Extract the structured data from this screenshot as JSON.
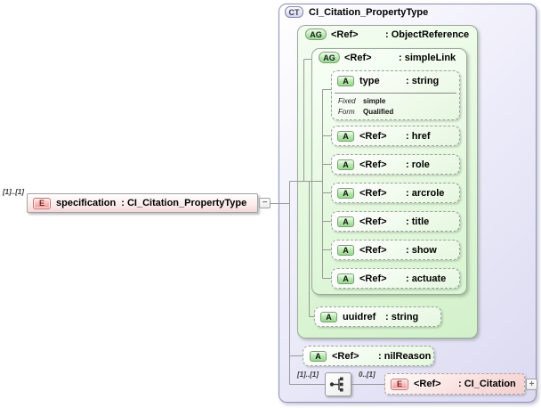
{
  "source_element": {
    "cardinality": "[1]..[1]",
    "badge": "E",
    "name": "specification",
    "type": ": CI_Citation_PropertyType",
    "collapse_glyph": "−"
  },
  "complex_type": {
    "badge": "CT",
    "title": "CI_Citation_PropertyType",
    "object_reference": {
      "badge": "AG",
      "name": "<Ref>",
      "type": ": ObjectReference",
      "simple_link": {
        "badge": "AG",
        "name": "<Ref>",
        "type": ": simpleLink",
        "attributes": [
          {
            "badge": "A",
            "name": "type",
            "type": ": string",
            "facets": [
              {
                "label": "Fixed",
                "value": "simple"
              },
              {
                "label": "Form",
                "value": "Qualified"
              }
            ]
          },
          {
            "badge": "A",
            "name": "<Ref>",
            "type": ": href"
          },
          {
            "badge": "A",
            "name": "<Ref>",
            "type": ": role"
          },
          {
            "badge": "A",
            "name": "<Ref>",
            "type": ": arcrole"
          },
          {
            "badge": "A",
            "name": "<Ref>",
            "type": ": title"
          },
          {
            "badge": "A",
            "name": "<Ref>",
            "type": ": show"
          },
          {
            "badge": "A",
            "name": "<Ref>",
            "type": ": actuate"
          }
        ]
      },
      "uuidref": {
        "badge": "A",
        "name": "uuidref",
        "type": ": string"
      }
    },
    "nil_reason": {
      "badge": "A",
      "name": "<Ref>",
      "type": ": nilReason"
    },
    "sequence": {
      "cardinality": "[1]..[1]",
      "child_cardinality": "0..[1]"
    },
    "ci_citation": {
      "badge": "E",
      "name": "<Ref>",
      "type": ": CI_Citation",
      "expand_glyph": "+"
    }
  },
  "colors": {
    "accent_green": "#9adb8f",
    "accent_pink": "#f0b4b2",
    "accent_lavender": "#dbdaf1",
    "wire": "#999999"
  }
}
